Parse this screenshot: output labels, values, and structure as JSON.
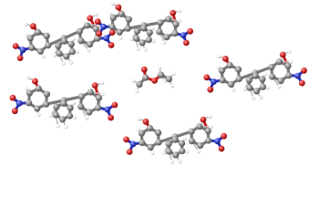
{
  "figure": {
    "background": "#ffffff",
    "style": "ball-and-stick crystal packing diagram",
    "atom_colors": {
      "carbon": "#8c8c8c",
      "oxygen": "#d42a2a",
      "nitrogen": "#3340c8",
      "hydrogen": "#f2f2f2"
    }
  },
  "molecules": [
    {
      "name": "bisphenol-molecule-upper-left"
    },
    {
      "name": "bisphenol-molecule-upper-center"
    },
    {
      "name": "bisphenol-molecule-right"
    },
    {
      "name": "bisphenol-molecule-lower-left"
    },
    {
      "name": "bisphenol-molecule-lower-center"
    },
    {
      "name": "ethyl-acetate-solvent"
    }
  ]
}
